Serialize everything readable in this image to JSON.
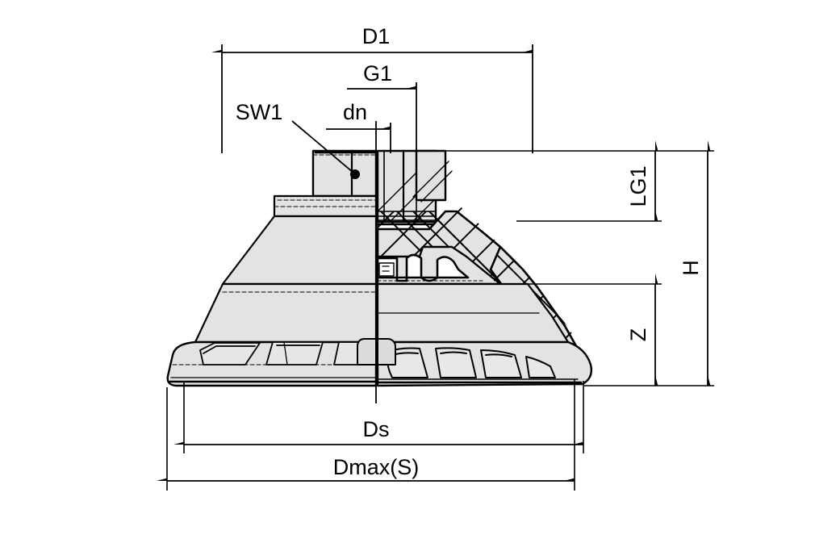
{
  "drawing": {
    "title": "Suction cup sectional technical drawing",
    "type": "engineering-half-section",
    "units": "unitless symbolic dimension labels",
    "line_color": "#000000",
    "fill_light": "#e3e3e3",
    "fill_mid": "#d9d9d9",
    "background": "#ffffff"
  },
  "dimensions": {
    "d1": {
      "label": "D1",
      "orientation": "horizontal",
      "position": "top"
    },
    "g1": {
      "label": "G1",
      "orientation": "horizontal",
      "position": "top"
    },
    "dn": {
      "label": "dn",
      "orientation": "horizontal",
      "position": "top"
    },
    "sw1": {
      "label": "SW1",
      "orientation": "leader",
      "position": "upper-left"
    },
    "lg1": {
      "label": "LG1",
      "orientation": "vertical",
      "position": "right"
    },
    "h": {
      "label": "H",
      "orientation": "vertical",
      "position": "right-outer"
    },
    "z": {
      "label": "Z",
      "orientation": "vertical",
      "position": "right"
    },
    "ds": {
      "label": "Ds",
      "orientation": "horizontal",
      "position": "bottom"
    },
    "dmax": {
      "label": "Dmax(S)",
      "orientation": "horizontal",
      "position": "bottom-outer"
    }
  }
}
